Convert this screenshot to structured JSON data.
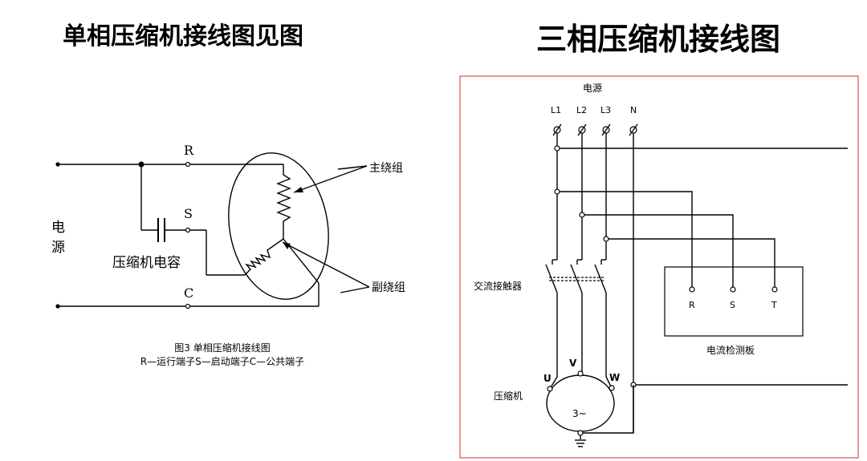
{
  "titles": {
    "single_phase": "单相压缩机接线图见图",
    "three_phase": "三相压缩机接线图"
  },
  "single_phase_diagram": {
    "terminal_r": "R",
    "terminal_s": "S",
    "terminal_c": "C",
    "power_label_1": "电",
    "power_label_2": "源",
    "capacitor_label": "压缩机电容",
    "main_winding": "主绕组",
    "aux_winding": "副绕组",
    "caption_line1": "图3  单相压缩机接线图",
    "caption_line2": "R—运行端子S—启动端子C—公共端子"
  },
  "three_phase_diagram": {
    "power_label": "电源",
    "lines": [
      "L1",
      "L2",
      "L3",
      "N"
    ],
    "contactor_label": "交流接触器",
    "board_terminals": [
      "R",
      "S",
      "T"
    ],
    "board_label": "电流检测板",
    "motor_terminals": [
      "U",
      "V",
      "W"
    ],
    "motor_label": "压缩机",
    "motor_symbol": "3~",
    "frame_color": "#d9534f"
  }
}
